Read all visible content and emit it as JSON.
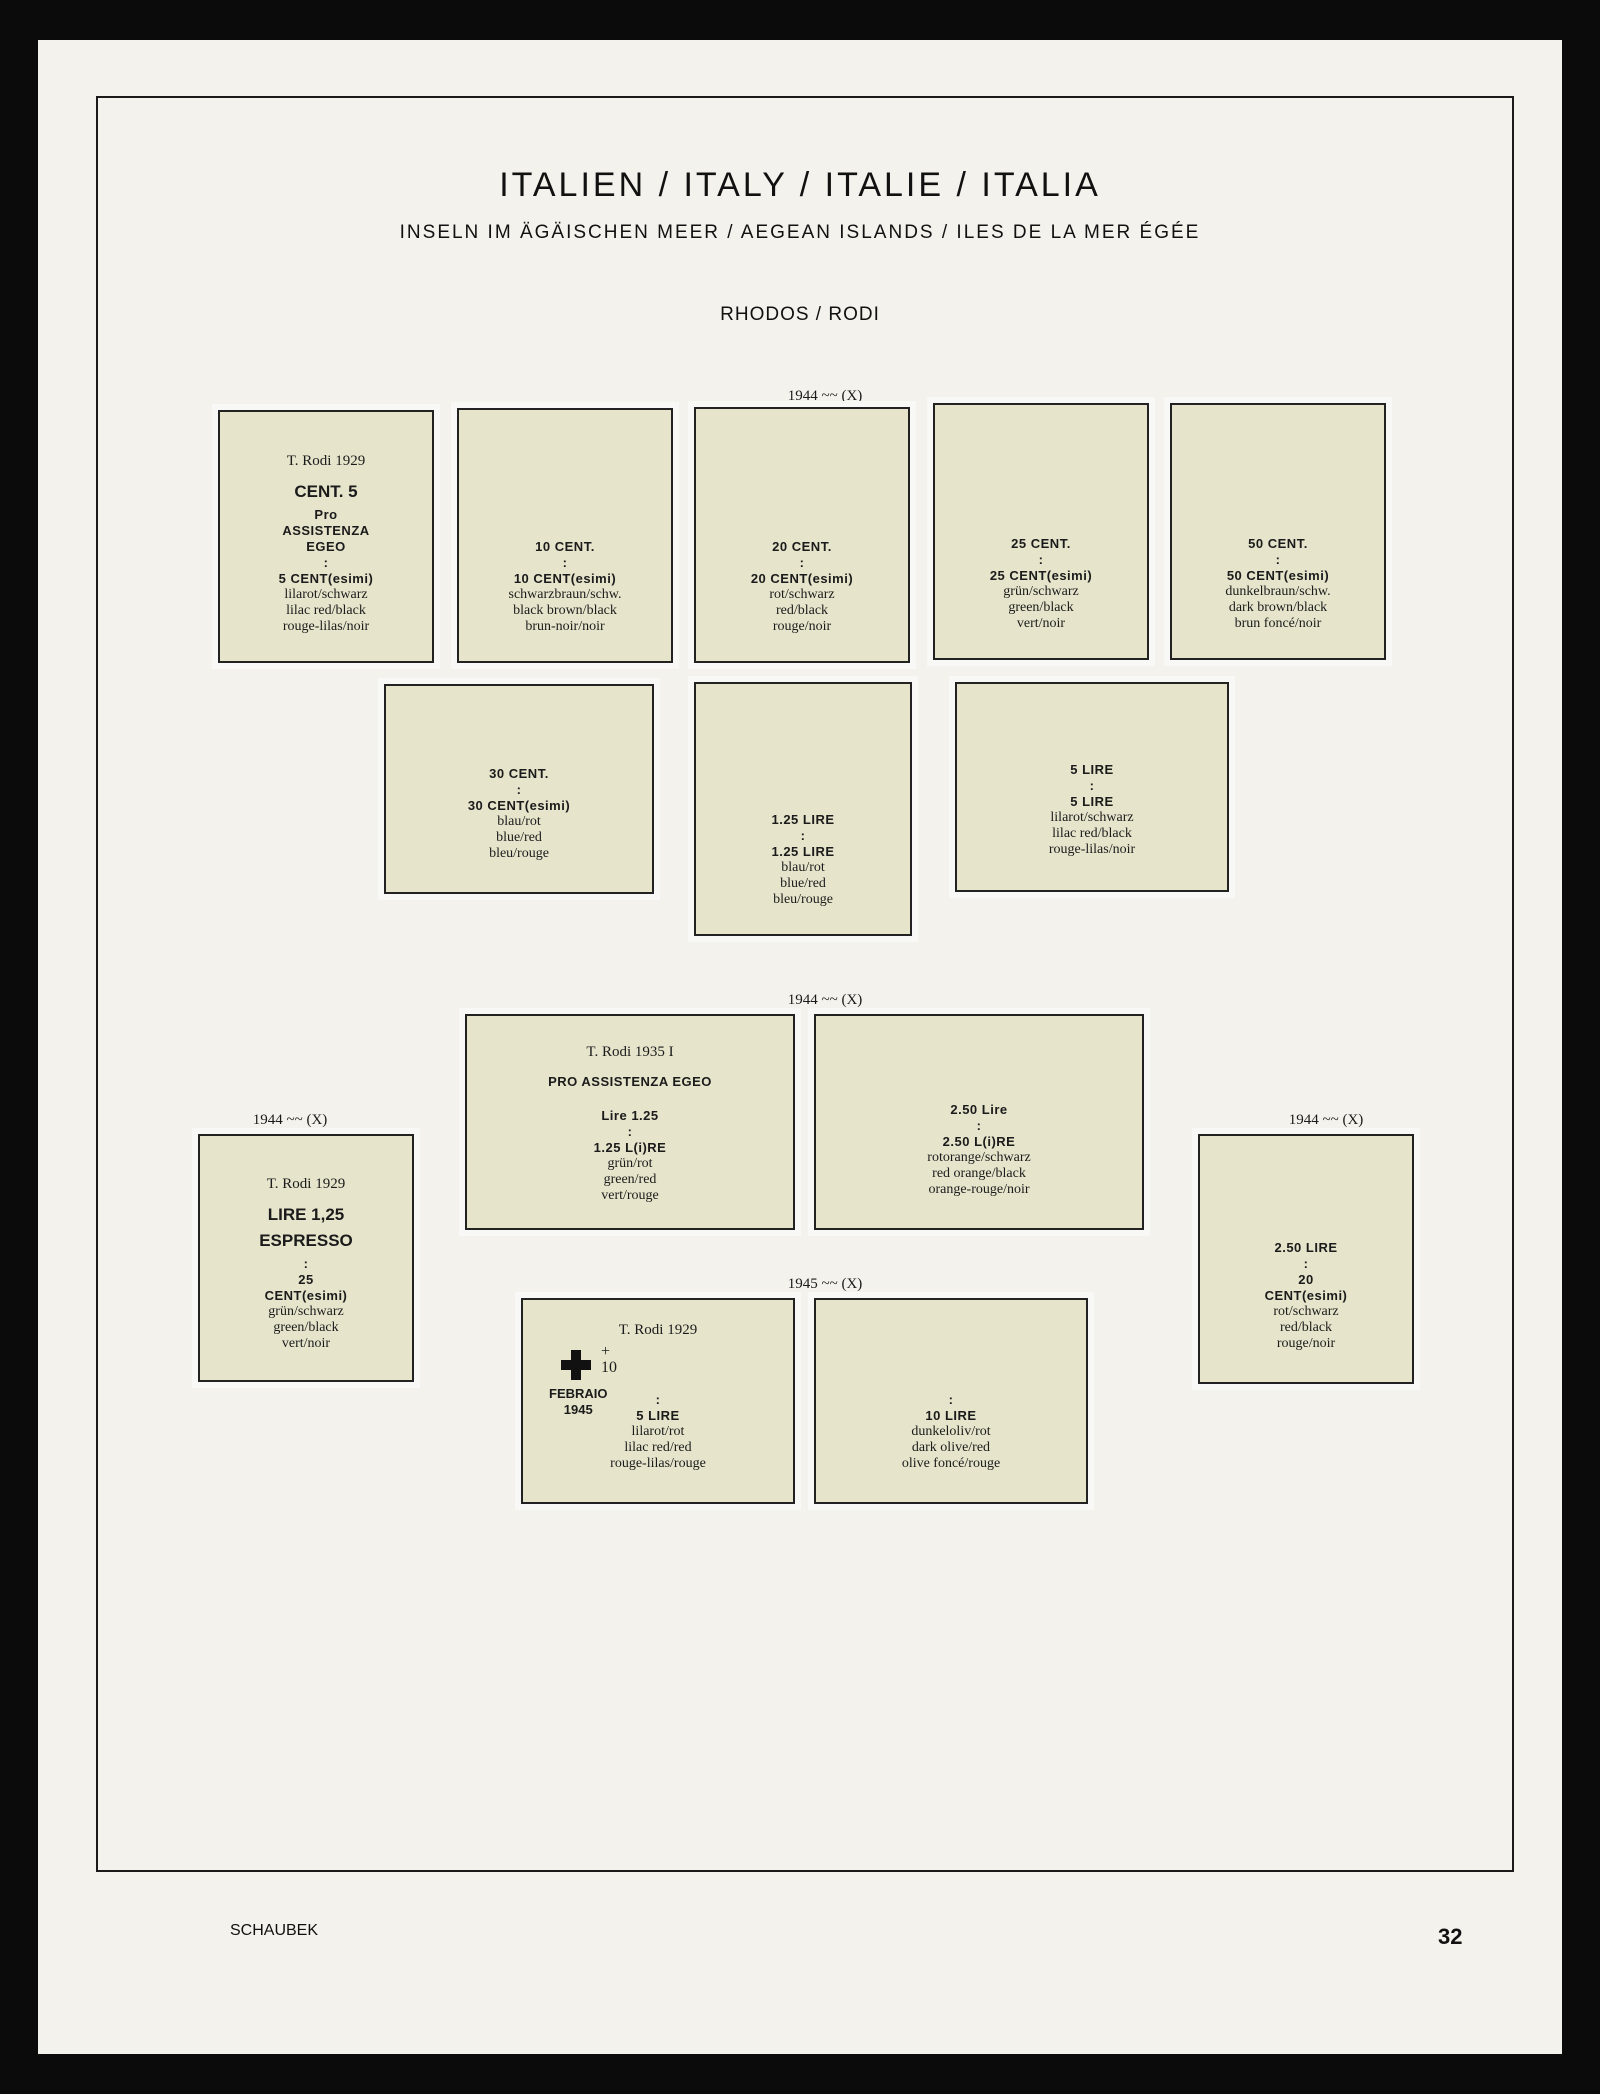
{
  "header": {
    "title": "ITALIEN / ITALY / ITALIE / ITALIA",
    "subtitle": "INSELN IM ÄGÄISCHEN MEER / AEGEAN ISLANDS / ILES DE LA MER ÉGÉE",
    "region": "RHODOS / RODI"
  },
  "section_headers": {
    "row1": "1944 ~~ (X)",
    "row3": "1944 ~~ (X)",
    "left": "1944 ~~ (X)",
    "right": "1944 ~~ (X)",
    "row4": "1945 ~~ (X)"
  },
  "stamps": {
    "s1": {
      "overprint": "T. Rodi 1929",
      "big": "CENT. 5",
      "lines": [
        "Pro",
        "ASSISTENZA",
        "EGEO",
        ":",
        "5 CENT(esimi)"
      ],
      "colors": [
        "lilarot/schwarz",
        "lilac red/black",
        "rouge-lilas/noir"
      ]
    },
    "s2": {
      "lines": [
        "10 CENT.",
        ":",
        "10 CENT(esimi)"
      ],
      "colors": [
        "schwarzbraun/schw.",
        "black brown/black",
        "brun-noir/noir"
      ]
    },
    "s3": {
      "lines": [
        "20 CENT.",
        ":",
        "20 CENT(esimi)"
      ],
      "colors": [
        "rot/schwarz",
        "red/black",
        "rouge/noir"
      ]
    },
    "s4": {
      "lines": [
        "25 CENT.",
        ":",
        "25 CENT(esimi)"
      ],
      "colors": [
        "grün/schwarz",
        "green/black",
        "vert/noir"
      ]
    },
    "s5": {
      "lines": [
        "50 CENT.",
        ":",
        "50 CENT(esimi)"
      ],
      "colors": [
        "dunkelbraun/schw.",
        "dark brown/black",
        "brun foncé/noir"
      ]
    },
    "s6": {
      "lines": [
        "30 CENT.",
        ":",
        "30 CENT(esimi)"
      ],
      "colors": [
        "blau/rot",
        "blue/red",
        "bleu/rouge"
      ]
    },
    "s7": {
      "lines": [
        "1.25 LIRE",
        ":",
        "1.25 LIRE"
      ],
      "colors": [
        "blau/rot",
        "blue/red",
        "bleu/rouge"
      ]
    },
    "s8": {
      "lines": [
        "5 LIRE",
        ":",
        "5 LIRE"
      ],
      "colors": [
        "lilarot/schwarz",
        "lilac red/black",
        "rouge-lilas/noir"
      ]
    },
    "s9": {
      "overprint": "T. Rodi 1935 I",
      "title": "PRO ASSISTENZA EGEO",
      "lines": [
        "Lire 1.25",
        ":",
        "1.25 L(i)RE"
      ],
      "colors": [
        "grün/rot",
        "green/red",
        "vert/rouge"
      ]
    },
    "s10": {
      "lines": [
        "2.50 Lire",
        ":",
        "2.50 L(i)RE"
      ],
      "colors": [
        "rotorange/schwarz",
        "red orange/black",
        "orange-rouge/noir"
      ]
    },
    "s11": {
      "overprint": "T. Rodi 1929",
      "big1": "LIRE 1,25",
      "big2": "ESPRESSO",
      "lines": [
        ":",
        "25",
        "CENT(esimi)"
      ],
      "colors": [
        "grün/schwarz",
        "green/black",
        "vert/noir"
      ]
    },
    "s12": {
      "lines": [
        "2.50 LIRE",
        ":",
        "20",
        "CENT(esimi)"
      ],
      "colors": [
        "rot/schwarz",
        "red/black",
        "rouge/noir"
      ]
    },
    "s13": {
      "overprint": "T. Rodi 1929",
      "plus": "+",
      "ten": "10",
      "febraio": "FEBRAIO",
      "year": "1945",
      "lines": [
        ":",
        "5 LIRE"
      ],
      "colors": [
        "lilarot/rot",
        "lilac red/red",
        "rouge-lilas/rouge"
      ]
    },
    "s14": {
      "lines": [
        ":",
        "10 LIRE"
      ],
      "colors": [
        "dunkeloliv/rot",
        "dark olive/red",
        "olive foncé/rouge"
      ]
    }
  },
  "footer": {
    "publisher": "SCHAUBEK",
    "page_number": "32"
  }
}
